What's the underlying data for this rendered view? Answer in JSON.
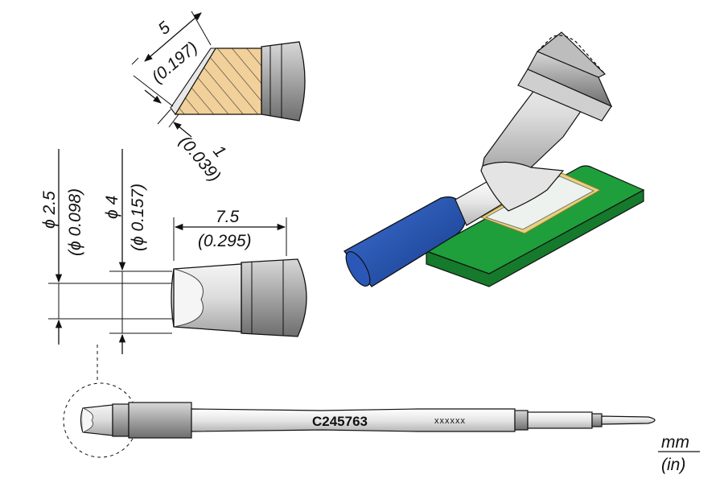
{
  "tip_top": {
    "width_mm": "5",
    "width_in": "(0.197)",
    "thickness_mm": "1",
    "thickness_in": "(0.039)"
  },
  "tip_side": {
    "dia_small_mm": "ϕ 2.5",
    "dia_small_in": "(ϕ 0.098)",
    "dia_large_mm": "ϕ 4",
    "dia_large_in": "(ϕ 0.157)",
    "length_mm": "7.5",
    "length_in": "(0.295)"
  },
  "cartridge": {
    "part_code": "C245763",
    "batch_mark": "xxxxxx"
  },
  "units": {
    "primary": "mm",
    "secondary": "(in)"
  },
  "colors": {
    "pcb_green": "#1f9e3c",
    "cable_blue": "#1f4fb0",
    "tin_hatch": "#f2d09a",
    "steel_gray": "#9a9a9a"
  }
}
